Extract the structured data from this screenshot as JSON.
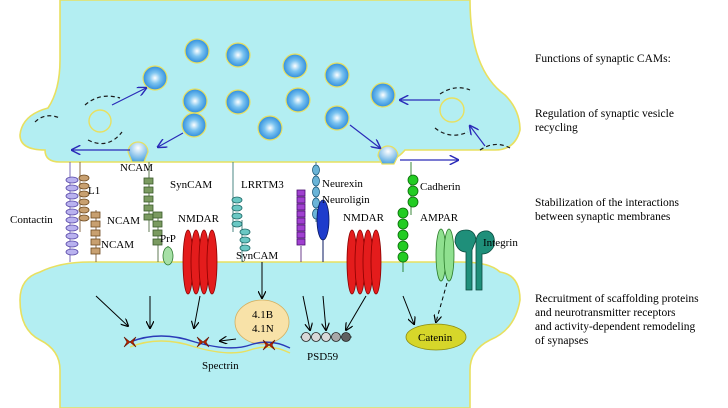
{
  "figure": {
    "side_title": "Functions of synaptic CAMs:",
    "functions": [
      [
        "Regulation of synaptic vesicle",
        "recycling"
      ],
      [
        "Stabilization of the interactions",
        "between synaptic membranes"
      ],
      [
        "Recruitment of scaffolding proteins",
        "and neurotransmitter receptors",
        "and activity-dependent remodeling",
        "of synapses"
      ]
    ],
    "labels": {
      "contactin": "Contactin",
      "l1": "L1",
      "ncam": "NCAM",
      "prp": "PrP",
      "syncam": "SynCAM",
      "nmdar": "NMDAR",
      "lrrtm3": "LRRTM3",
      "neurexin": "Neurexin",
      "neuroligin": "Neuroligin",
      "cadherin": "Cadherin",
      "ampar": "AMPAR",
      "integrin": "Integrin",
      "band41b": "4.1B",
      "band41n": "4.1N",
      "spectrin": "Spectrin",
      "psd59": "PSD59",
      "catenin": "Catenin"
    },
    "colors": {
      "cytoplasm": "#b3eef2",
      "membrane": "#e8e060",
      "vesicle": "#4aa2e0",
      "arrow": "#2a2ab8",
      "nmdar": "#e41c1c",
      "cadherin": "#22cc22",
      "ampar": "#8fe08f",
      "integrin": "#1f8f7a",
      "neuroligin": "#1e3ccc",
      "lrrtm3": "#a040d0",
      "band41": "#f8e2a8",
      "catenin": "#d6d62a",
      "spectrin": "#c02800"
    }
  }
}
